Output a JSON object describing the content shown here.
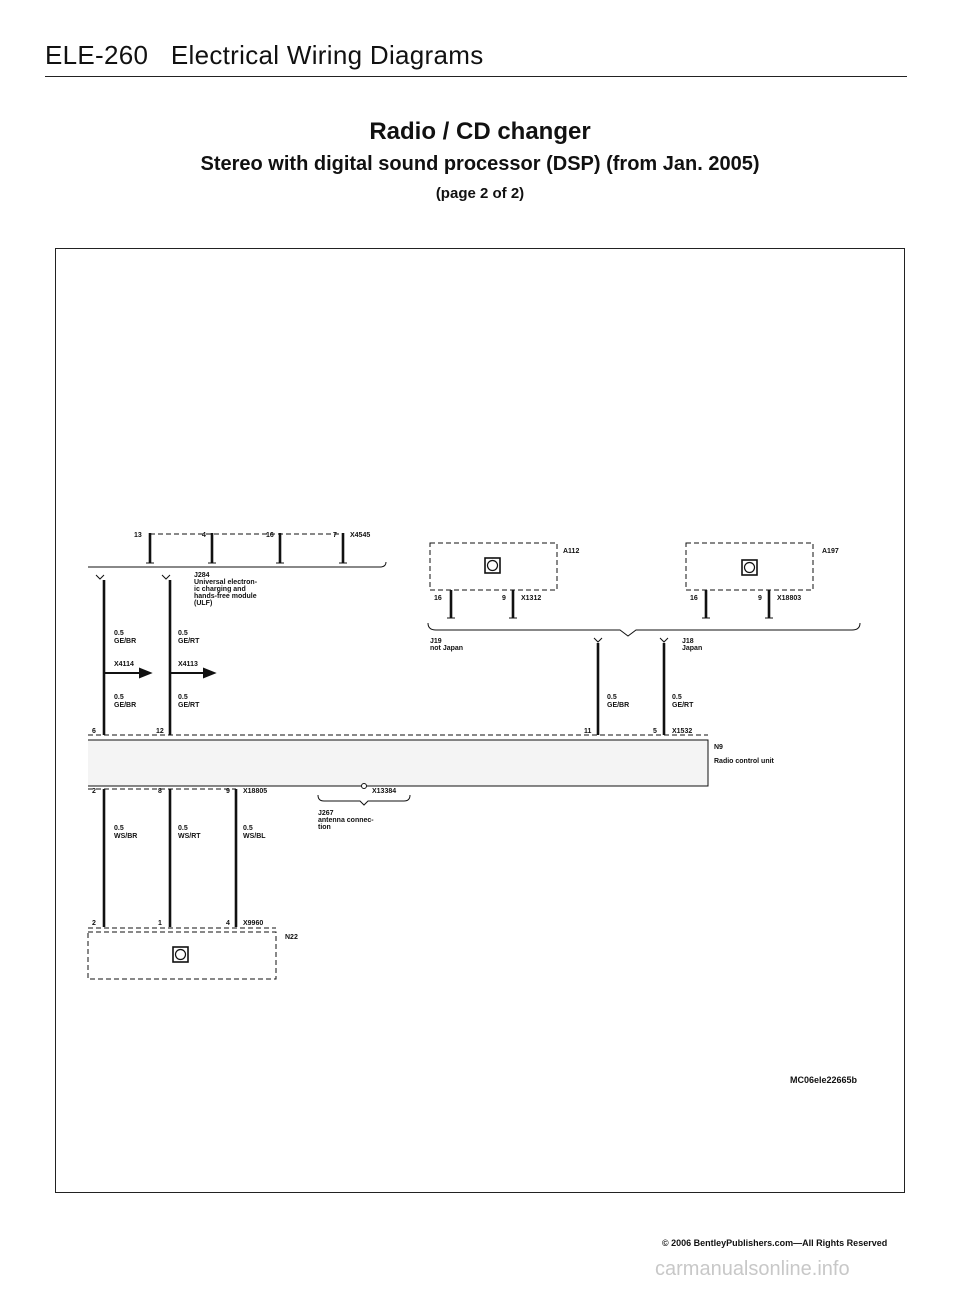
{
  "header": {
    "code": "ELE-260",
    "section": "Electrical Wiring Diagrams"
  },
  "title": {
    "main": "Radio / CD changer",
    "sub": "Stereo with digital sound processor (DSP) (from Jan. 2005)",
    "page": "(page 2 of 2)"
  },
  "diagram": {
    "x4545": {
      "label": "X4545",
      "pins": [
        "13",
        "4",
        "16",
        "7"
      ]
    },
    "j284": {
      "id": "J284",
      "desc": [
        "Universal electron-",
        "ic charging and",
        "hands-free module",
        "(ULF)"
      ]
    },
    "a112": {
      "label": "A112",
      "pins": [
        "16",
        "9"
      ],
      "connector": "X1312"
    },
    "a197": {
      "label": "A197",
      "pins": [
        "16",
        "9"
      ],
      "connector": "X18803"
    },
    "j19": {
      "id": "J19",
      "desc": "not Japan"
    },
    "j18": {
      "id": "J18",
      "desc": "Japan"
    },
    "wires_upper_left": [
      {
        "gauge": "0.5",
        "color": "GE/BR"
      },
      {
        "gauge": "0.5",
        "color": "GE/RT"
      }
    ],
    "x4114": "X4114",
    "x4113": "X4113",
    "wires_upper_left_lower": [
      {
        "gauge": "0.5",
        "color": "GE/BR"
      },
      {
        "gauge": "0.5",
        "color": "GE/RT"
      }
    ],
    "wires_upper_right": [
      {
        "gauge": "0.5",
        "color": "GE/BR"
      },
      {
        "gauge": "0.5",
        "color": "GE/RT"
      }
    ],
    "x1532": {
      "label": "X1532",
      "pins": [
        "6",
        "12",
        "11",
        "5"
      ]
    },
    "n9": {
      "id": "N9",
      "desc": "Radio control unit"
    },
    "x18805": {
      "label": "X18805",
      "pins": [
        "2",
        "8",
        "9"
      ]
    },
    "x13384": "X13384",
    "j267": {
      "id": "J267",
      "desc": [
        "antenna connec-",
        "tion"
      ]
    },
    "wires_lower": [
      {
        "gauge": "0.5",
        "color": "WS/BR"
      },
      {
        "gauge": "0.5",
        "color": "WS/RT"
      },
      {
        "gauge": "0.5",
        "color": "WS/BL"
      }
    ],
    "x9960": {
      "label": "X9960",
      "pins": [
        "2",
        "1",
        "4"
      ]
    },
    "n22": "N22"
  },
  "footer": {
    "id": "MC06ele22665b",
    "copyright": "© 2006 BentleyPublishers.com—All Rights Reserved",
    "watermark": "carmanualsonline.info"
  }
}
